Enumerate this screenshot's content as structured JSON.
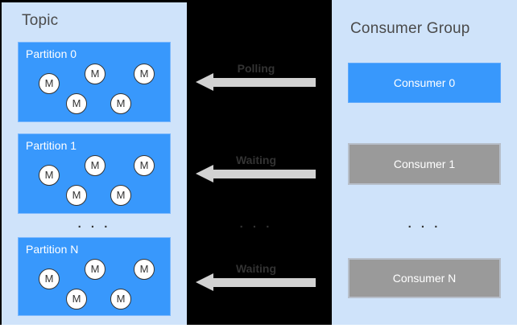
{
  "topic_panel": {
    "title": "Topic",
    "partitions": [
      {
        "label": "Partition 0",
        "messages": [
          "M",
          "M",
          "M",
          "M",
          "M"
        ]
      },
      {
        "label": "Partition 1",
        "messages": [
          "M",
          "M",
          "M",
          "M",
          "M"
        ]
      },
      {
        "label": "Partition N",
        "messages": [
          "M",
          "M",
          "M",
          "M",
          "M"
        ]
      }
    ],
    "ellipsis": ". . ."
  },
  "middle": {
    "flows": [
      {
        "label": "Polling",
        "direction": "left"
      },
      {
        "label": "Waiting",
        "direction": "left"
      },
      {
        "label": "Waiting",
        "direction": "left"
      }
    ],
    "ellipsis": ". . ."
  },
  "consumer_group_panel": {
    "title": "Consumer Group",
    "consumers": [
      {
        "label": "Consumer 0",
        "state": "active"
      },
      {
        "label": "Consumer 1",
        "state": "idle"
      },
      {
        "label": "Consumer N",
        "state": "idle"
      }
    ],
    "ellipsis": ". . ."
  },
  "colors": {
    "canvas_bg": "#000000",
    "panel_bg": "#cfe3fa",
    "active_blue": "#3898fc",
    "idle_gray": "#9a9a9a",
    "arrow_gray": "#d2d2d2",
    "label_dark": "#333333",
    "title_gray": "#4a4a4a"
  }
}
